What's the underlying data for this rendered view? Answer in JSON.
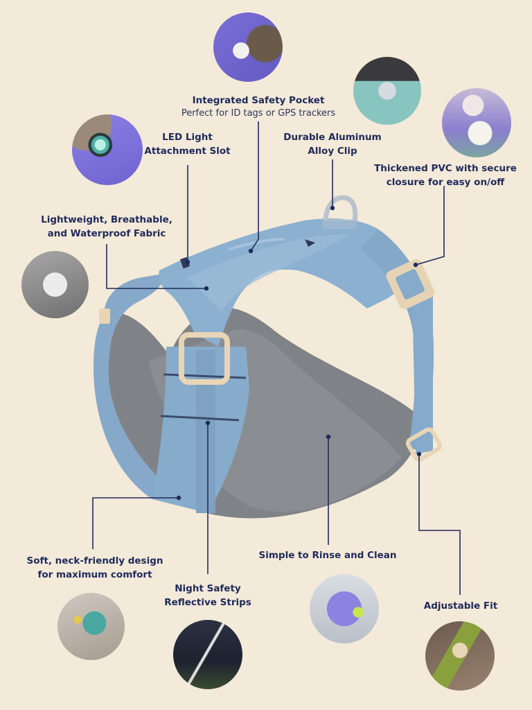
{
  "colors": {
    "background": "#f4ead9",
    "text": "#1e2a5a",
    "strap": "#86aacb",
    "padding": "#7d8186",
    "buckle": "#e6d3b4",
    "leader_line": "#1e2a5a"
  },
  "features": {
    "safety_pocket": {
      "title": "Integrated Safety Pocket",
      "subtitle": "Perfect for ID tags or GPS trackers"
    },
    "led_slot": {
      "line1": "LED Light",
      "line2": "Attachment Slot"
    },
    "aluminum_clip": {
      "line1": "Durable Aluminum",
      "line2": "Alloy Clip"
    },
    "pvc_closure": {
      "line1": "Thickened PVC with secure",
      "line2": "closure for easy on/off"
    },
    "fabric": {
      "line1": "Lightweight, Breathable,",
      "line2": "and Waterproof Fabric"
    },
    "neck_design": {
      "line1": "Soft, neck-friendly design",
      "line2": "for maximum comfort"
    },
    "rinse": {
      "line1": "Simple to Rinse and Clean"
    },
    "reflective": {
      "line1": "Night Safety",
      "line2": "Reflective Strips"
    },
    "adjustable": {
      "line1": "Adjustable Fit"
    }
  },
  "photos": [
    "safety-pocket-photo",
    "led-light-photo",
    "aluminum-clip-photo",
    "pvc-buckle-photo",
    "fabric-photo",
    "neck-design-photo",
    "rinse-photo",
    "reflective-strip-photo",
    "adjustable-fit-photo"
  ]
}
